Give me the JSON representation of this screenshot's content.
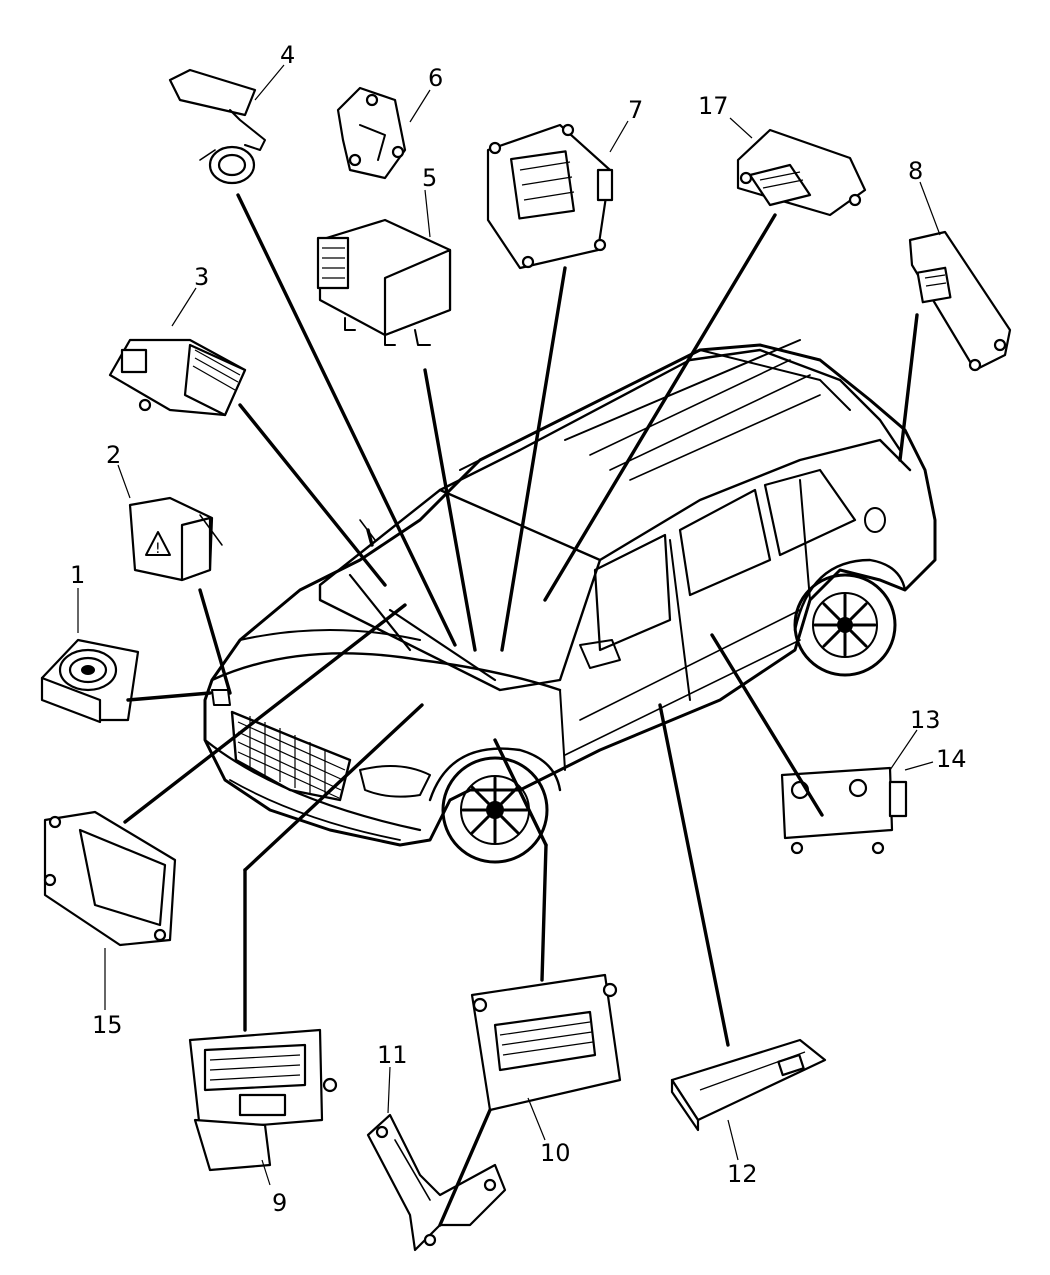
{
  "callouts": {
    "c1": "1",
    "c2": "2",
    "c3": "3",
    "c4": "4",
    "c5": "5",
    "c6": "6",
    "c7": "7",
    "c8": "8",
    "c9": "9",
    "c10": "10",
    "c11": "11",
    "c12": "12",
    "c13": "13",
    "c14": "14",
    "c15": "15",
    "c17": "17"
  },
  "colors": {
    "line": "#000000",
    "background": "#ffffff"
  }
}
